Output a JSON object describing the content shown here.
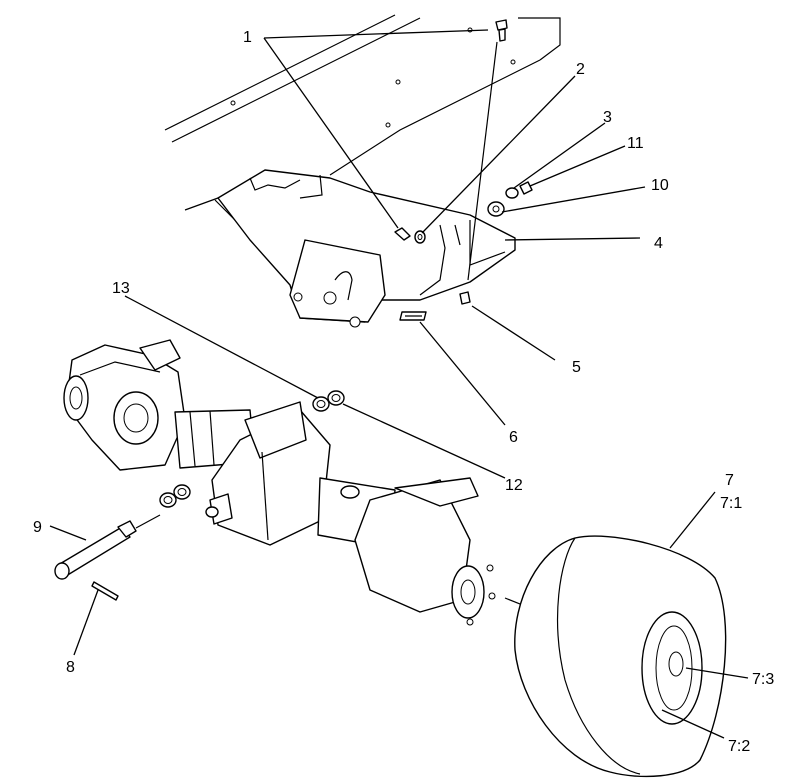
{
  "callouts": {
    "c1": "1",
    "c2": "2",
    "c3": "3",
    "c4": "4",
    "c5": "5",
    "c6": "6",
    "c7": "7",
    "c7_1": "7:1",
    "c7_2": "7:2",
    "c7_3": "7:3",
    "c8": "8",
    "c9": "9",
    "c10": "10",
    "c11": "11",
    "c12": "12",
    "c13": "13"
  }
}
